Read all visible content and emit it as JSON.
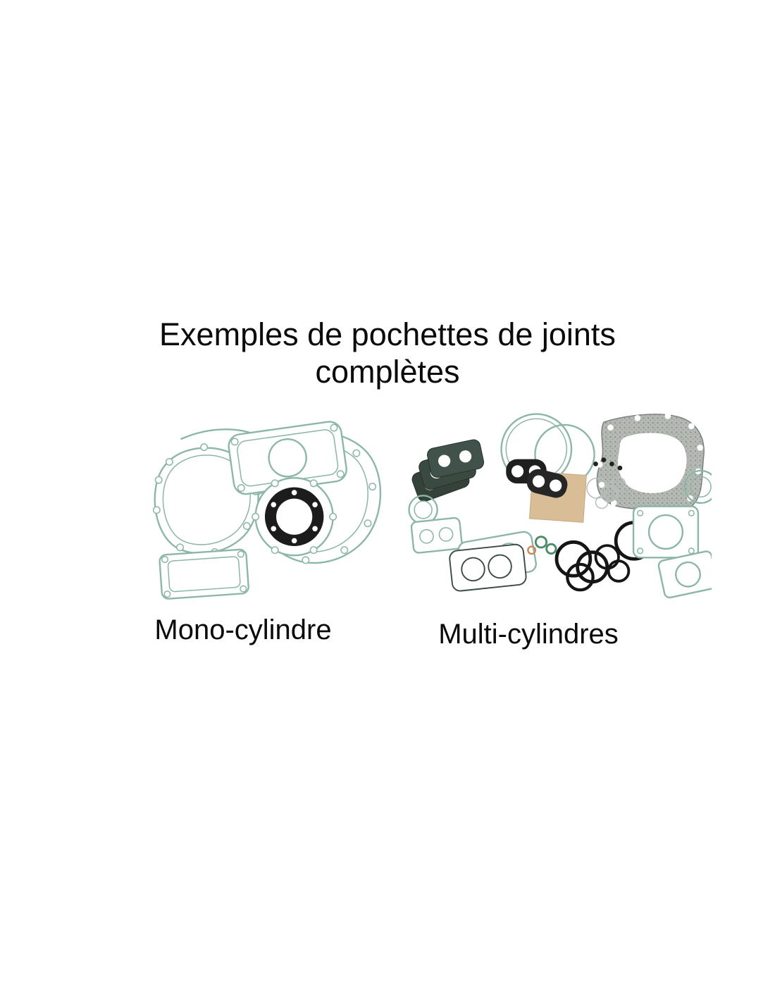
{
  "image": {
    "title_line1": "Exemples de pochettes de joints",
    "title_line2": "complètes",
    "caption_left": "Mono-cylindre",
    "caption_right": "Multi-cylindres",
    "colors": {
      "background": "#ffffff",
      "text": "#0a0a0a",
      "gasket_teal": "#8cb7a8",
      "gasket_black": "#1c1c1c",
      "gasket_dark_green": "#35423a",
      "paper_tan": "#d9bd96",
      "metal_gray": "#b4b9b4",
      "o_ring_black": "#151515"
    }
  }
}
